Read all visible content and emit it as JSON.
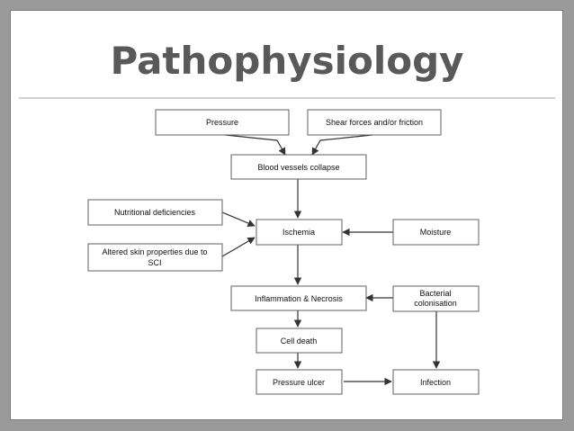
{
  "slide": {
    "title": "Pathophysiology"
  },
  "diagram": {
    "nodes": {
      "pressure": {
        "lines": [
          "Pressure"
        ]
      },
      "shear": {
        "lines": [
          "Shear forces and/or friction"
        ]
      },
      "blood_vessels": {
        "lines": [
          "Blood vessels collapse"
        ]
      },
      "nutritional": {
        "lines": [
          "Nutritional deficiencies"
        ]
      },
      "altered_skin": {
        "lines": [
          "Altered skin properties due to",
          "SCI"
        ]
      },
      "ischemia": {
        "lines": [
          "Ischemia"
        ]
      },
      "moisture": {
        "lines": [
          "Moisture"
        ]
      },
      "inflammation": {
        "lines": [
          "Inflammation & Necrosis"
        ]
      },
      "bacterial": {
        "lines": [
          "Bacterial",
          "colonisation"
        ]
      },
      "cell_death": {
        "lines": [
          "Cell death"
        ]
      },
      "pressure_ulcer": {
        "lines": [
          "Pressure ulcer"
        ]
      },
      "infection": {
        "lines": [
          "Infection"
        ]
      }
    },
    "edges": [
      {
        "from": "pressure",
        "to": "blood_vessels"
      },
      {
        "from": "shear",
        "to": "blood_vessels"
      },
      {
        "from": "blood_vessels",
        "to": "ischemia"
      },
      {
        "from": "nutritional",
        "to": "ischemia"
      },
      {
        "from": "altered_skin",
        "to": "ischemia"
      },
      {
        "from": "moisture",
        "to": "ischemia"
      },
      {
        "from": "ischemia",
        "to": "inflammation"
      },
      {
        "from": "bacterial",
        "to": "inflammation"
      },
      {
        "from": "inflammation",
        "to": "cell_death"
      },
      {
        "from": "cell_death",
        "to": "pressure_ulcer"
      },
      {
        "from": "pressure_ulcer",
        "to": "infection"
      },
      {
        "from": "bacterial",
        "to": "infection"
      }
    ]
  }
}
